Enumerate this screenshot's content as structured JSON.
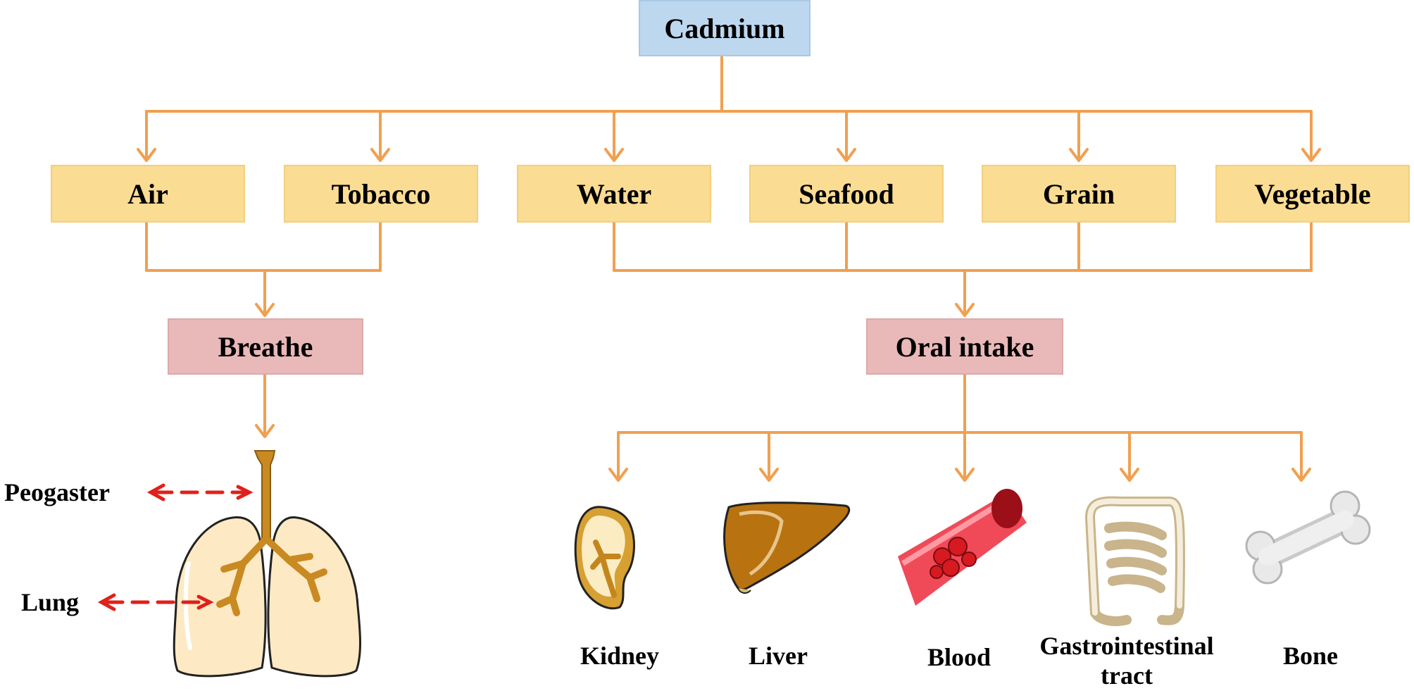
{
  "root": {
    "label": "Cadmium"
  },
  "sources": [
    {
      "id": "air",
      "label": "Air"
    },
    {
      "id": "tobacco",
      "label": "Tobacco"
    },
    {
      "id": "water",
      "label": "Water"
    },
    {
      "id": "seafood",
      "label": "Seafood"
    },
    {
      "id": "grain",
      "label": "Grain"
    },
    {
      "id": "vegetable",
      "label": "Vegetable"
    }
  ],
  "routes": [
    {
      "id": "breathe",
      "label": "Breathe"
    },
    {
      "id": "oral",
      "label": "Oral intake"
    }
  ],
  "respiratory": {
    "peogaster": "Peogaster",
    "lung": "Lung"
  },
  "organs": [
    {
      "id": "kidney",
      "label": "Kidney"
    },
    {
      "id": "liver",
      "label": "Liver"
    },
    {
      "id": "blood",
      "label": "Blood"
    },
    {
      "id": "gi",
      "label": "Gastrointestinal tract"
    },
    {
      "id": "bone",
      "label": "Bone"
    }
  ],
  "colors": {
    "arrow": "#f0a050",
    "source_box": "#fbdc93",
    "route_box": "#e8b9b8",
    "root_box": "#bdd7ee",
    "indicator": "#e0201a"
  }
}
